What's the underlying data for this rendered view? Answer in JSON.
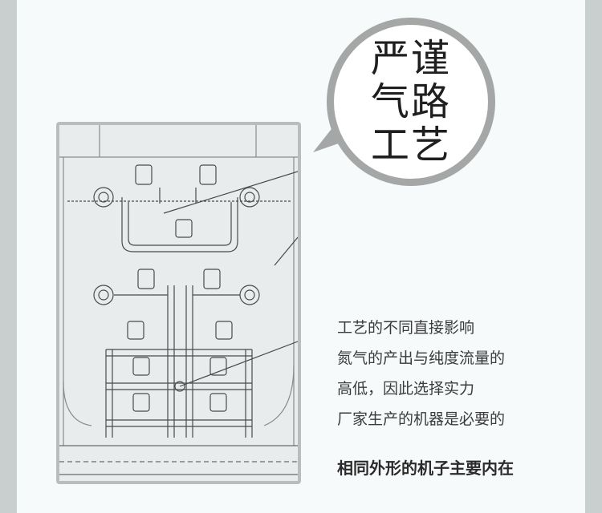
{
  "colors": {
    "background": "#f6fafb",
    "side_bars": "#c9cfcf",
    "frame_border": "#b9bdbd",
    "badge_ring": "#a5a6a6",
    "badge_fill": "#ffffff",
    "heading_text": "#1f1f1f",
    "body_text": "#3b3b3b"
  },
  "diagram": {
    "icon": "nitrogen-generator-piping-diagram"
  },
  "badge": {
    "lines": [
      "严谨",
      "气路",
      "工艺"
    ]
  },
  "description": {
    "lines": [
      "工艺的不同直接影响",
      "氮气的产出与纯度流量的",
      "高低，因此选择实力",
      "厂家生产的机器是必要的"
    ]
  },
  "highlight": {
    "text": "相同外形的机子主要内在"
  }
}
